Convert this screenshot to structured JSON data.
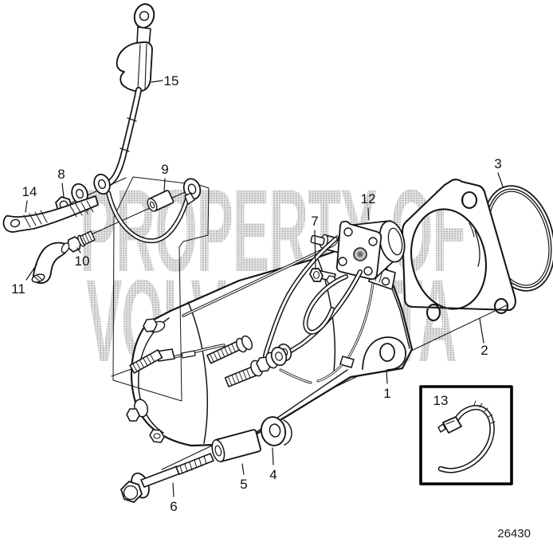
{
  "diagram": {
    "watermark_line1": "PROPERTY OF",
    "watermark_line2": "VOLVO PENTA",
    "drawing_number": "26430",
    "callouts": {
      "c1": "1",
      "c2": "2",
      "c3": "3",
      "c4": "4",
      "c5": "5",
      "c6": "6",
      "c7": "7",
      "c8": "8",
      "c9": "9",
      "c10": "10",
      "c11": "11",
      "c12": "12",
      "c13": "13",
      "c14": "14",
      "c15": "15"
    }
  }
}
